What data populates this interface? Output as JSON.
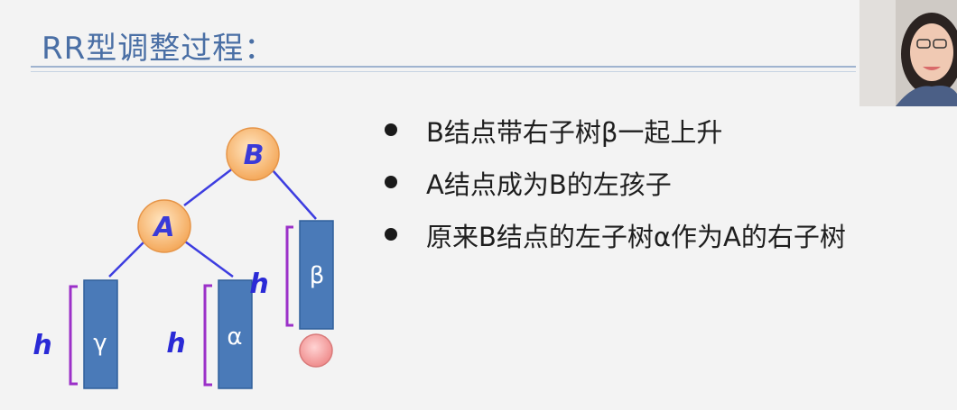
{
  "slide": {
    "title": "RR型调整过程：",
    "bullets": [
      "B结点带右子树β一起上升",
      "A结点成为B的左孩子",
      "原来B结点的左子树α作为A的右子树"
    ]
  },
  "diagram": {
    "nodes": {
      "b": "B",
      "a": "A"
    },
    "subtrees": {
      "gamma": "γ",
      "alpha": "α",
      "beta": "β"
    },
    "height_labels": {
      "gamma": "h",
      "alpha": "h",
      "beta": "h"
    }
  },
  "colors": {
    "title": "#4a6fa5",
    "node_fill": "#f6b56e",
    "subtree_fill": "#4a7ab8",
    "edge": "#3d3de0",
    "brace": "#9b30c8",
    "height_label": "#2a2ad6",
    "new_node": "#f4a0a0"
  }
}
